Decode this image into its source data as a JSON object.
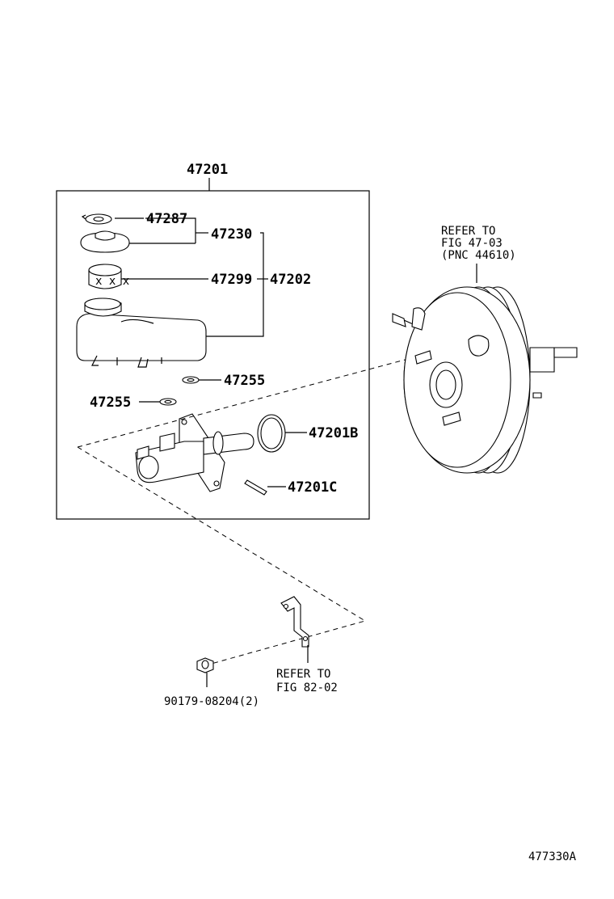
{
  "labels": {
    "assy": "47201",
    "clip": "47287",
    "cap_sub": "47230",
    "strainer": "47299",
    "reservoir": "47202",
    "grommet_upper": "47255",
    "grommet_lower": "47255",
    "oring": "47201B",
    "pin": "47201C",
    "booster_ref_1": "REFER TO",
    "booster_ref_2": "FIG 47-03",
    "booster_ref_3": "(PNC 44610)",
    "bracket_ref_1": "REFER TO",
    "bracket_ref_2": "FIG 82-02",
    "nut": "90179-08204(2)",
    "figure_code": "477330A"
  }
}
